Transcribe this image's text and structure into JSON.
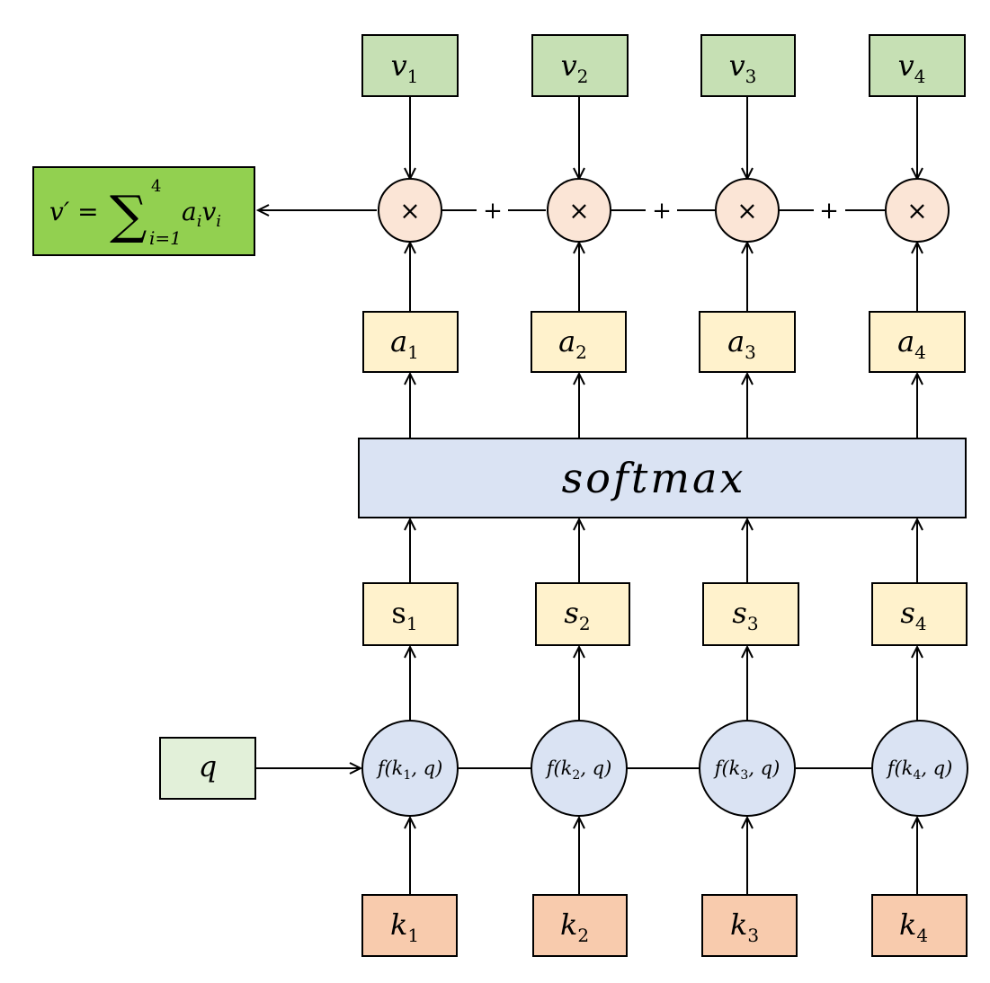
{
  "colors": {
    "value_box": "#c6e0b4",
    "output_box": "#92d050",
    "mult_node": "#fbe5d6",
    "weight_box": "#fff2cc",
    "softmax_box": "#dae3f3",
    "score_box": "#fff2cc",
    "score_node": "#dae3f3",
    "query_box": "#e2f0d9",
    "key_box": "#f8cbad",
    "stroke": "#000000"
  },
  "values": [
    {
      "base": "v",
      "sub": "1"
    },
    {
      "base": "v",
      "sub": "2"
    },
    {
      "base": "v",
      "sub": "3"
    },
    {
      "base": "v",
      "sub": "4"
    }
  ],
  "weights": [
    {
      "base": "a",
      "sub": "1"
    },
    {
      "base": "a",
      "sub": "2"
    },
    {
      "base": "a",
      "sub": "3"
    },
    {
      "base": "a",
      "sub": "4"
    }
  ],
  "scores": [
    {
      "base": "s",
      "sub": "1"
    },
    {
      "base": "s",
      "sub": "2"
    },
    {
      "base": "s",
      "sub": "3"
    },
    {
      "base": "s",
      "sub": "4"
    }
  ],
  "keys": [
    {
      "base": "k",
      "sub": "1"
    },
    {
      "base": "k",
      "sub": "2"
    },
    {
      "base": "k",
      "sub": "3"
    },
    {
      "base": "k",
      "sub": "4"
    }
  ],
  "score_fns": [
    {
      "pre": "f(k",
      "sub": "1",
      "post": ", q)"
    },
    {
      "pre": "f(k",
      "sub": "2",
      "post": ", q)"
    },
    {
      "pre": "f(k",
      "sub": "3",
      "post": ", q)"
    },
    {
      "pre": "f(k",
      "sub": "4",
      "post": ", q)"
    }
  ],
  "mult_symbol": "×",
  "plus_symbol": "+",
  "softmax_label": "softmax",
  "query_label": "q",
  "output": {
    "lhs": "v′ =",
    "sum": "∑",
    "upper": "4",
    "lower": "i=1",
    "term_a": "a",
    "term_a_sub": "i",
    "term_v": "v",
    "term_v_sub": "i"
  }
}
